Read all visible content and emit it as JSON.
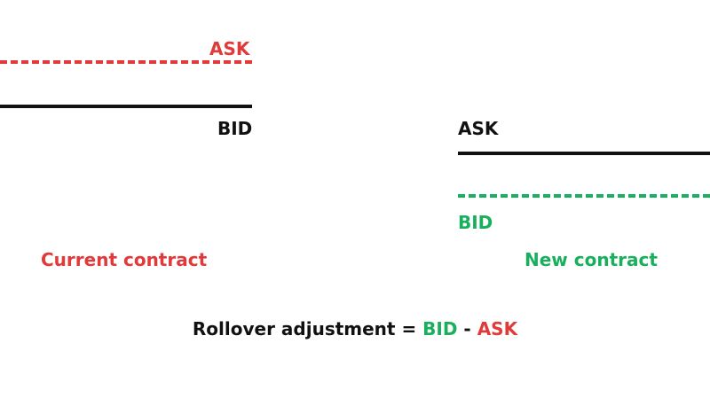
{
  "current_contract": {
    "title": "Current contract",
    "ask_label": "ASK",
    "bid_label": "BID"
  },
  "new_contract": {
    "title": "New contract",
    "ask_label": "ASK",
    "bid_label": "BID"
  },
  "formula": {
    "prefix": "Rollover adjustment = ",
    "bid": "BID",
    "minus": " - ",
    "ask": "ASK"
  },
  "colors": {
    "red": "#e03a3a",
    "green": "#1aaf5d",
    "black": "#111111"
  }
}
